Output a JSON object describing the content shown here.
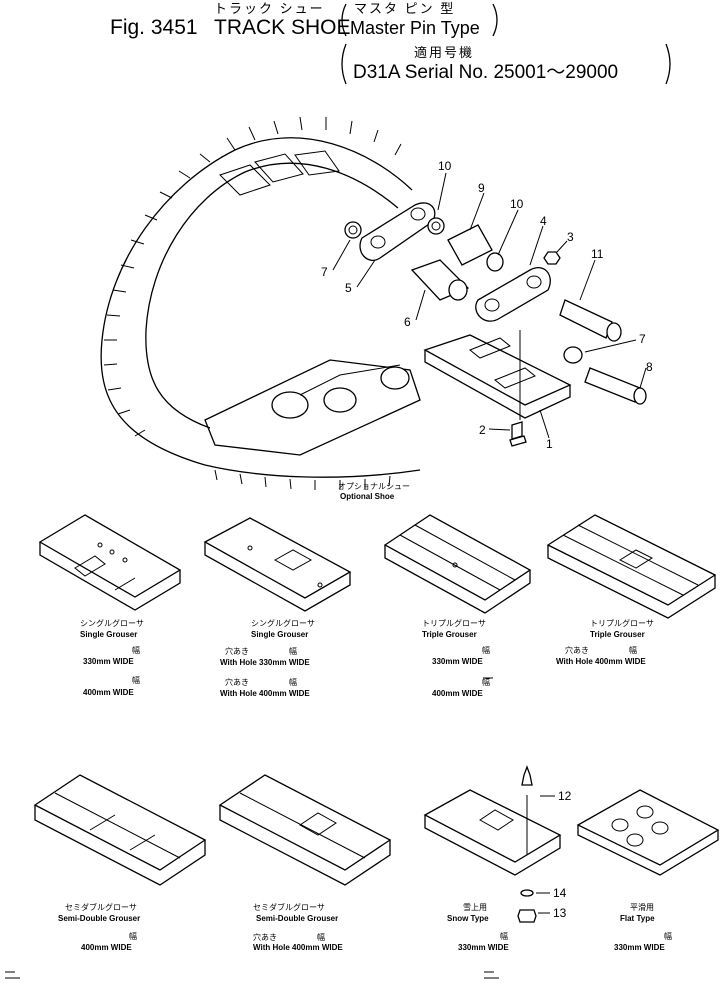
{
  "header": {
    "fig_label": "Fig. 3451",
    "title_en": "TRACK SHOE",
    "title_jp": "トラック シュー",
    "type_jp": "マスタ ピン 型",
    "type_en": "Master Pin Type",
    "applicable_jp": "適用号機",
    "model_serial": "D31A  Serial No. 25001～29000"
  },
  "main_diagram": {
    "callouts": [
      "10",
      "9",
      "10",
      "4",
      "3",
      "11",
      "7",
      "5",
      "6",
      "7",
      "8",
      "2",
      "1"
    ],
    "optional_shoe_jp": "オプショナルシュー",
    "optional_shoe_en": "Optional Shoe"
  },
  "variants": [
    {
      "jp": "シングルグローサ",
      "en": "Single  Grouser",
      "lines": [
        {
          "jp": "幅",
          "text": "330mm  WIDE"
        },
        {
          "jp": "幅",
          "text": "400mm  WIDE"
        }
      ]
    },
    {
      "jp": "シングルグローサ",
      "en": "Single  Grouser",
      "lines": [
        {
          "jp": "穴あき　　　　　幅",
          "text": "With  Hole  330mm  WIDE"
        },
        {
          "jp": "穴あき　　　　　幅",
          "text": "With  Hole  400mm  WIDE"
        }
      ]
    },
    {
      "jp": "トリプルグローサ",
      "en": "Triple  Grouser",
      "lines": [
        {
          "jp": "幅",
          "text": "330mm  WIDE"
        },
        {
          "jp": "幅",
          "text": "400mm  WIDE"
        }
      ]
    },
    {
      "jp": "トリプルグローサ",
      "en": "Triple  Grouser",
      "lines": [
        {
          "jp": "穴あき　　　　　幅",
          "text": "With  Hole  400mm  WIDE"
        }
      ]
    },
    {
      "jp": "セミダブルグローサ",
      "en": "Semi-Double  Grouser",
      "lines": [
        {
          "jp": "幅",
          "text": "400mm  WIDE"
        }
      ]
    },
    {
      "jp": "セミダブルグローサ",
      "en": "Semi-Double  Grouser",
      "lines": [
        {
          "jp": "穴あき　　　　　幅",
          "text": "With  Hole  400mm  WIDE"
        }
      ]
    },
    {
      "jp": "雪上用",
      "en": "Snow  Type",
      "callouts": [
        "12",
        "14",
        "13"
      ],
      "lines": [
        {
          "jp": "幅",
          "text": "330mm  WIDE"
        }
      ]
    },
    {
      "jp": "平滑用",
      "en": "Flat  Type",
      "lines": [
        {
          "jp": "幅",
          "text": "330mm  WIDE"
        }
      ]
    }
  ]
}
